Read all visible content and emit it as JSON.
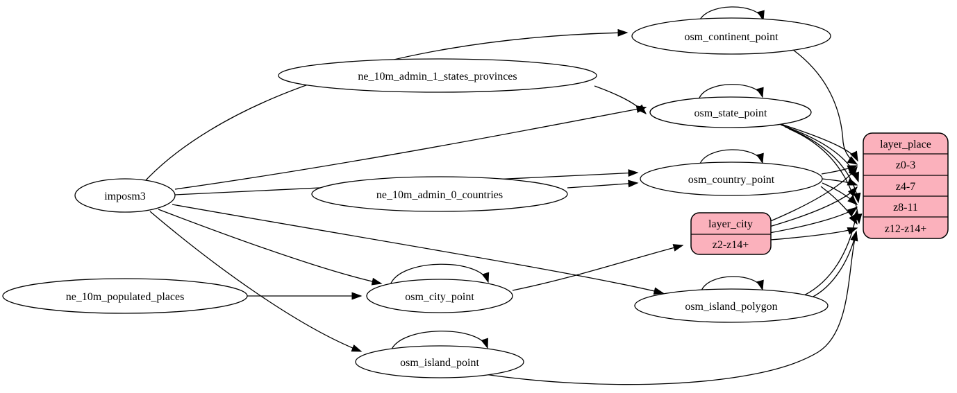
{
  "diagram": {
    "type": "graphviz-dataflow",
    "background": "#ffffff",
    "stroke_color": "#000000",
    "record_fill": "#fbb1bc",
    "ellipse_fill": "#ffffff",
    "nodes": {
      "imposm3": {
        "label": "imposm3",
        "type": "ellipse"
      },
      "ne_10m_admin_1_states_provinces": {
        "label": "ne_10m_admin_1_states_provinces",
        "type": "ellipse"
      },
      "ne_10m_admin_0_countries": {
        "label": "ne_10m_admin_0_countries",
        "type": "ellipse"
      },
      "ne_10m_populated_places": {
        "label": "ne_10m_populated_places",
        "type": "ellipse"
      },
      "osm_continent_point": {
        "label": "osm_continent_point",
        "type": "ellipse"
      },
      "osm_state_point": {
        "label": "osm_state_point",
        "type": "ellipse"
      },
      "osm_country_point": {
        "label": "osm_country_point",
        "type": "ellipse"
      },
      "osm_city_point": {
        "label": "osm_city_point",
        "type": "ellipse"
      },
      "osm_island_polygon": {
        "label": "osm_island_polygon",
        "type": "ellipse"
      },
      "osm_island_point": {
        "label": "osm_island_point",
        "type": "ellipse"
      },
      "layer_place": {
        "label": "layer_place",
        "type": "record",
        "rows": [
          "z0-3",
          "z4-7",
          "z8-11",
          "z12-z14+"
        ]
      },
      "layer_city": {
        "label": "layer_city",
        "type": "record",
        "rows": [
          "z2-z14+"
        ]
      }
    },
    "edges": [
      {
        "from": "imposm3",
        "to": "osm_continent_point"
      },
      {
        "from": "imposm3",
        "to": "osm_state_point"
      },
      {
        "from": "imposm3",
        "to": "osm_country_point"
      },
      {
        "from": "imposm3",
        "to": "osm_city_point"
      },
      {
        "from": "imposm3",
        "to": "osm_island_polygon"
      },
      {
        "from": "imposm3",
        "to": "osm_island_point"
      },
      {
        "from": "ne_10m_admin_1_states_provinces",
        "to": "osm_state_point"
      },
      {
        "from": "ne_10m_admin_0_countries",
        "to": "osm_country_point"
      },
      {
        "from": "ne_10m_populated_places",
        "to": "osm_city_point"
      },
      {
        "from": "osm_continent_point",
        "to": "osm_continent_point",
        "self_loop": true
      },
      {
        "from": "osm_state_point",
        "to": "osm_state_point",
        "self_loop": true
      },
      {
        "from": "osm_country_point",
        "to": "osm_country_point",
        "self_loop": true
      },
      {
        "from": "osm_city_point",
        "to": "osm_city_point",
        "self_loop": true
      },
      {
        "from": "osm_island_polygon",
        "to": "osm_island_polygon",
        "self_loop": true
      },
      {
        "from": "osm_island_point",
        "to": "osm_island_point",
        "self_loop": true
      },
      {
        "from": "osm_continent_point",
        "to": "layer_place",
        "to_row": "z0-3"
      },
      {
        "from": "osm_state_point",
        "to": "layer_place",
        "to_row": "z0-3"
      },
      {
        "from": "osm_state_point",
        "to": "layer_place",
        "to_row": "z4-7"
      },
      {
        "from": "osm_state_point",
        "to": "layer_place",
        "to_row": "z8-11"
      },
      {
        "from": "osm_state_point",
        "to": "layer_place",
        "to_row": "z12-z14+"
      },
      {
        "from": "osm_country_point",
        "to": "layer_place",
        "to_row": "z0-3"
      },
      {
        "from": "osm_country_point",
        "to": "layer_place",
        "to_row": "z4-7"
      },
      {
        "from": "osm_country_point",
        "to": "layer_place",
        "to_row": "z8-11"
      },
      {
        "from": "osm_country_point",
        "to": "layer_place",
        "to_row": "z12-z14+"
      },
      {
        "from": "osm_city_point",
        "to": "layer_city",
        "to_row": "z2-z14+"
      },
      {
        "from": "layer_city",
        "to": "layer_place",
        "to_row": "z0-3"
      },
      {
        "from": "layer_city",
        "to": "layer_place",
        "to_row": "z4-7"
      },
      {
        "from": "layer_city",
        "to": "layer_place",
        "to_row": "z8-11"
      },
      {
        "from": "layer_city",
        "to": "layer_place",
        "to_row": "z12-z14+"
      },
      {
        "from": "osm_island_polygon",
        "to": "layer_place",
        "to_row": "z8-11"
      },
      {
        "from": "osm_island_polygon",
        "to": "layer_place",
        "to_row": "z12-z14+"
      },
      {
        "from": "osm_island_point",
        "to": "layer_place",
        "to_row": "z12-z14+"
      }
    ]
  }
}
